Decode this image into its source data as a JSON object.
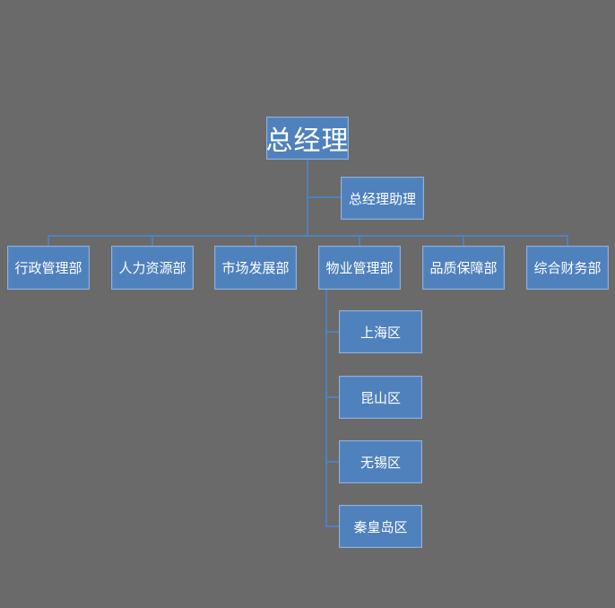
{
  "colors": {
    "background": "#6a6a6a",
    "node_fill": "#4f81bd",
    "node_border": "#8eb0d9",
    "connector": "#4f81bd",
    "text": "#ffffff"
  },
  "org_chart": {
    "root": {
      "label": "总经理"
    },
    "assistant": {
      "label": "总经理助理"
    },
    "departments": [
      {
        "label": "行政管理部"
      },
      {
        "label": "人力资源部"
      },
      {
        "label": "市场发展部"
      },
      {
        "label": "物业管理部"
      },
      {
        "label": "品质保障部"
      },
      {
        "label": "综合财务部"
      }
    ],
    "property_regions": [
      {
        "label": "上海区"
      },
      {
        "label": "昆山区"
      },
      {
        "label": "无锡区"
      },
      {
        "label": "秦皇岛区"
      }
    ]
  }
}
